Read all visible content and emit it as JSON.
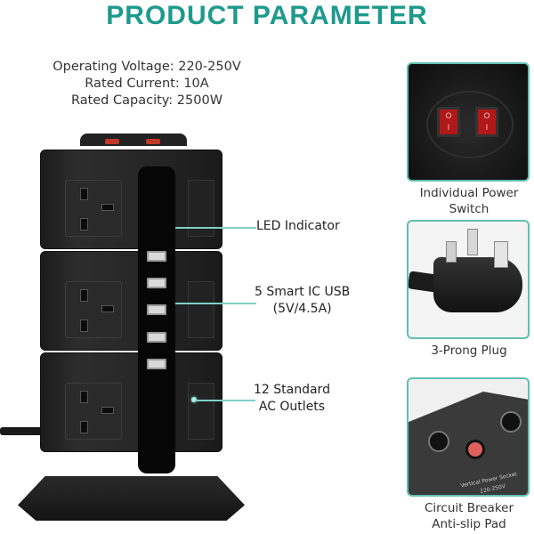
{
  "title": "PRODUCT PARAMETER",
  "specs": {
    "voltage": "Operating Voltage: 220-250V",
    "current": "Rated Current: 10A",
    "capacity": "Rated Capacity: 2500W"
  },
  "callouts": [
    {
      "line1": "LED Indicator",
      "line2": ""
    },
    {
      "line1": "5 Smart IC USB",
      "line2": "(5V/4.5A)"
    },
    {
      "line1": "12 Standard",
      "line2": "AC Outlets"
    }
  ],
  "features": [
    {
      "caption_line1": "Individual Power",
      "caption_line2": "Switch",
      "switch_mark_on": "O",
      "switch_mark_off": "I"
    },
    {
      "caption_line1": "3-Prong Plug",
      "caption_line2": ""
    },
    {
      "caption_line1": "Circuit Breaker",
      "caption_line2": "Anti-slip Pad",
      "label_text": "Vertical Power Socket",
      "label_voltage": "220-250V"
    }
  ],
  "colors": {
    "accent": "#1d9a8c",
    "callout_line": "#7fcfc4",
    "panel_border": "#5fbfb2",
    "switch_red": "#b01818"
  }
}
